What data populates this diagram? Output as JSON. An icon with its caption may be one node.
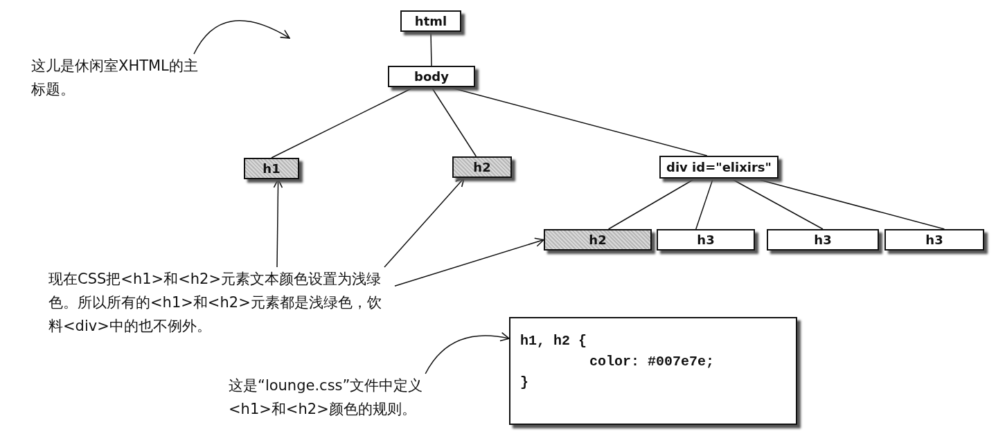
{
  "diagram": {
    "nodes": [
      {
        "text": [
          "html"
        ]
      },
      {
        "text": [
          "body"
        ]
      },
      {
        "text": [
          "h1"
        ]
      },
      {
        "text": [
          "h2"
        ]
      },
      {
        "text": [
          "div id=\"elixirs\""
        ]
      },
      {
        "text": [
          "h2"
        ]
      },
      {
        "text": [
          "h3"
        ]
      },
      {
        "text": [
          "h3"
        ]
      },
      {
        "text": [
          "h3"
        ]
      },
      {
        "text": [
          "h1, h2 {",
          "color: #007e7e;",
          "}"
        ]
      },
      {
        "text": [
          "这儿是休闲室XHTML的主标题。"
        ]
      },
      {
        "text": [
          "现在CSS把<h1>和<h2>元素文本颜色设置为浅绿色。所以所有的<h1>和<h2>元素都是浅绿色，饮料<div>中的也不例外。"
        ]
      },
      {
        "text": [
          "这是“lounge.css”文件中定义<h1>和<h2>颜色的规则。"
        ]
      }
    ],
    "edges": [
      {
        "from": 0,
        "to": 1,
        "arrow": "none"
      },
      {
        "from": 1,
        "to": 2,
        "arrow": "none"
      },
      {
        "from": 1,
        "to": 3,
        "arrow": "none"
      },
      {
        "from": 1,
        "to": 4,
        "arrow": "none"
      },
      {
        "from": 4,
        "to": 5,
        "arrow": "none"
      },
      {
        "from": 4,
        "to": 6,
        "arrow": "none"
      },
      {
        "from": 4,
        "to": 7,
        "arrow": "none"
      },
      {
        "from": 4,
        "to": 8,
        "arrow": "none"
      },
      {
        "from": 10,
        "to": null,
        "arrow": "to"
      },
      {
        "from": 11,
        "to": 2,
        "arrow": "to"
      },
      {
        "from": 11,
        "to": 3,
        "arrow": "to"
      },
      {
        "from": 11,
        "to": 5,
        "arrow": "to"
      },
      {
        "from": 12,
        "to": 9,
        "arrow": "to"
      }
    ]
  }
}
